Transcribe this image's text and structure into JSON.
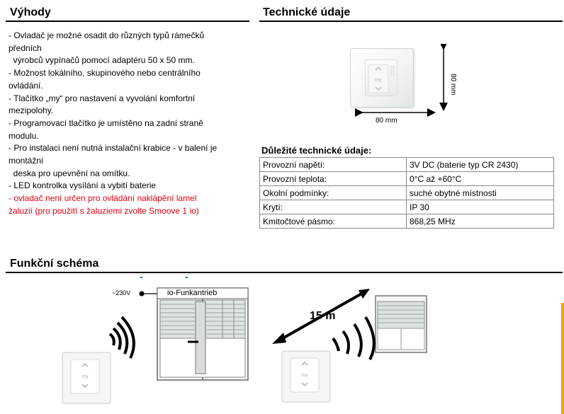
{
  "vyhody": {
    "title": "Výhody",
    "lines": [
      "- Ovladač je možné osadit do různých typů rámečků",
      "předních",
      "  výrobců vypínačů pomocí adaptéru 50 x 50 mm.",
      "- Možnost lokálního, skupinového nebo centrálního",
      "ovládání.",
      "- Tlačítko „my“ pro nastavení a vyvolání komfortní",
      "mezipolohy.",
      "- Programovací tlačítko je umístěno na zadní straně",
      "modulu.",
      "- Pro instalaci není nutná instalační krabice - v balení je",
      "montážní",
      "  deska pro upevnění na omítku.",
      "- LED kontrolka vysílání a vybití baterie"
    ],
    "warning_lines": [
      "- ovladač není určen pro ovládání naklápění lamel",
      "žaluzií (pro použití s žaluziemi zvolte Smoove 1 io)"
    ]
  },
  "technicke": {
    "title": "Technické údaje",
    "dim_width": "80 mm",
    "dim_height": "80 mm",
    "table_title": "Důležité technické údaje:",
    "rows": [
      {
        "label": "Provozní napětí:",
        "value": "3V DC (baterie typ CR 2430)"
      },
      {
        "label": "Provozní teplota:",
        "value": "0°C až +60°C"
      },
      {
        "label": "Okolní podmínky:",
        "value": "suché obytné místnosti"
      },
      {
        "label": "Krytí:",
        "value": "IP 30"
      },
      {
        "label": "Kmitočtové pásmo:",
        "value": "868,25 MHz"
      }
    ]
  },
  "schema": {
    "title": "Funkční schéma",
    "voltage": "~230V",
    "drive_label": "io-Funkantrieb",
    "distance": "15 m"
  },
  "colors": {
    "warning": "#e3000f",
    "accent": "#f5a400"
  }
}
